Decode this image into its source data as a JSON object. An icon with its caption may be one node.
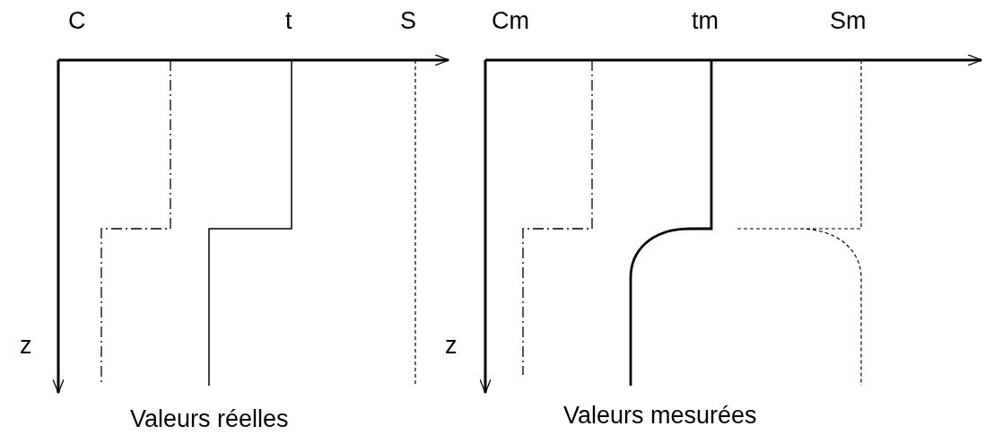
{
  "diagram": {
    "labels": [
      "C",
      "t",
      "S",
      "Cm",
      "tm",
      "Sm",
      "z",
      "z",
      "Valeurs réelles",
      "Valeurs mesurées"
    ]
  }
}
